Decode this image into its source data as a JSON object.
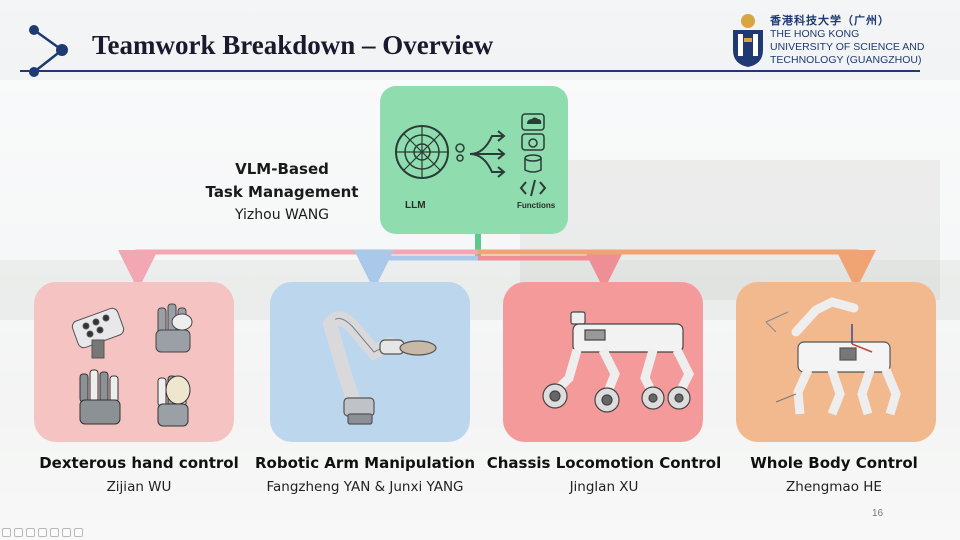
{
  "slide": {
    "title": "Teamwork Breakdown – Overview",
    "page_number": "16"
  },
  "logo": {
    "chinese": "香港科技大学（广州）",
    "line1": "THE HONG KONG",
    "line2": "UNIVERSITY OF SCIENCE AND",
    "line3": "TECHNOLOGY (GUANGZHOU)"
  },
  "llm_box": {
    "llm_label": "LLM",
    "functions_label": "Functions"
  },
  "task_management": {
    "line1": "VLM-Based",
    "line2": "Task Management",
    "person": "Yizhou WANG"
  },
  "cards": [
    {
      "title": "Dexterous hand control",
      "person": "Zijian WU",
      "color": "#f6c3c3"
    },
    {
      "title": "Robotic Arm Manipulation",
      "person": "Fangzheng YAN & Junxi YANG",
      "color": "#bcd6ee"
    },
    {
      "title": "Chassis Locomotion Control",
      "person": "Jinglan XU",
      "color": "#f49a9a"
    },
    {
      "title": "Whole Body Control",
      "person": "Zhengmao HE",
      "color": "#f2b98e"
    }
  ],
  "colors": {
    "title_rule": "#1f3a73",
    "llm_box": "#8fdcae",
    "connector_trunk": "#5cc98a",
    "connector_pink": "#f2a7b3",
    "connector_blue": "#a9c8ea",
    "connector_red": "#ee8f96",
    "connector_orange": "#f0a474"
  }
}
